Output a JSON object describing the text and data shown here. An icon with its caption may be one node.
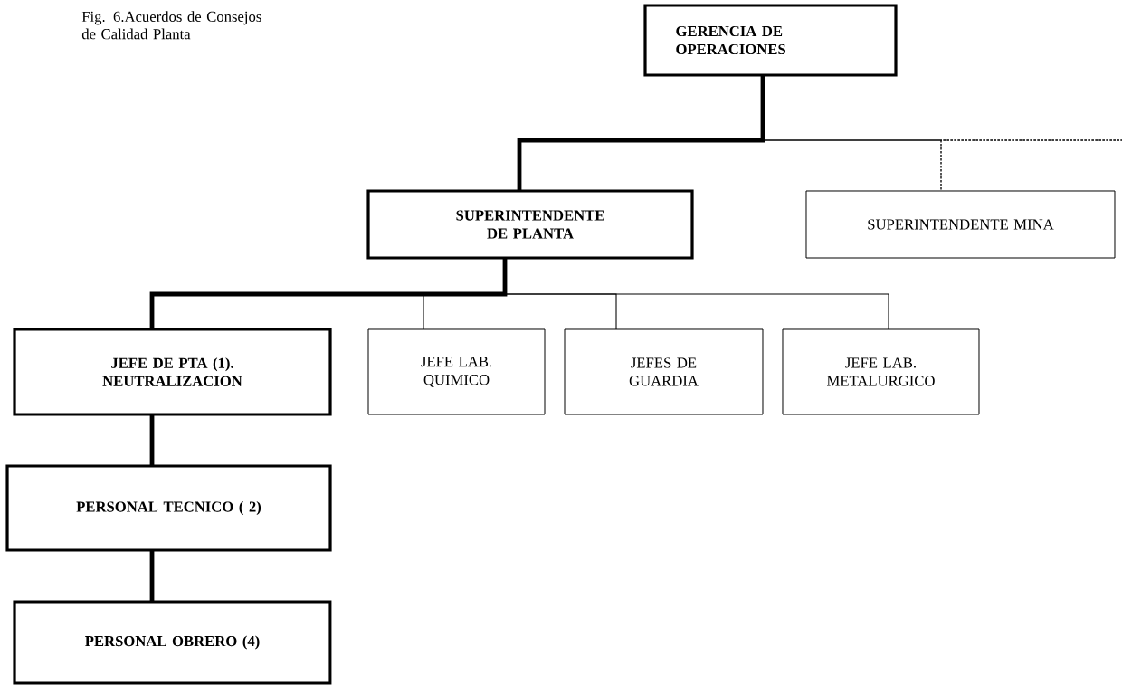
{
  "diagram": {
    "caption": "Fig. 6.Acuerdos de Consejos de Calidad Planta",
    "nodes": [
      {
        "text": [
          "GERENCIA DE OPERACIONES"
        ]
      },
      {
        "text": [
          "SUPERINTENDENTE DE PLANTA"
        ]
      },
      {
        "text": [
          "SUPERINTENDENTE MINA"
        ]
      },
      {
        "text": [
          "JEFE DE PTA (1). NEUTRALIZACION"
        ]
      },
      {
        "text": [
          "JEFE LAB. QUIMICO"
        ]
      },
      {
        "text": [
          "JEFES DE GUARDIA"
        ]
      },
      {
        "text": [
          "JEFE LAB. METALURGICO"
        ]
      },
      {
        "text": [
          "PERSONAL TECNICO ( 2)"
        ]
      },
      {
        "text": [
          "PERSONAL OBRERO (4)"
        ]
      }
    ],
    "edges": [
      {
        "from": 0,
        "to": 1,
        "arrow": "none",
        "style": "thick"
      },
      {
        "from": 0,
        "to": 2,
        "arrow": "none",
        "style": "dashed"
      },
      {
        "from": 1,
        "to": 3,
        "arrow": "none",
        "style": "thick"
      },
      {
        "from": 1,
        "to": 4,
        "arrow": "none"
      },
      {
        "from": 1,
        "to": 5,
        "arrow": "none"
      },
      {
        "from": 1,
        "to": 6,
        "arrow": "none"
      },
      {
        "from": 3,
        "to": 7,
        "arrow": "none",
        "style": "thick"
      },
      {
        "from": 7,
        "to": 8,
        "arrow": "none",
        "style": "thick"
      }
    ]
  }
}
